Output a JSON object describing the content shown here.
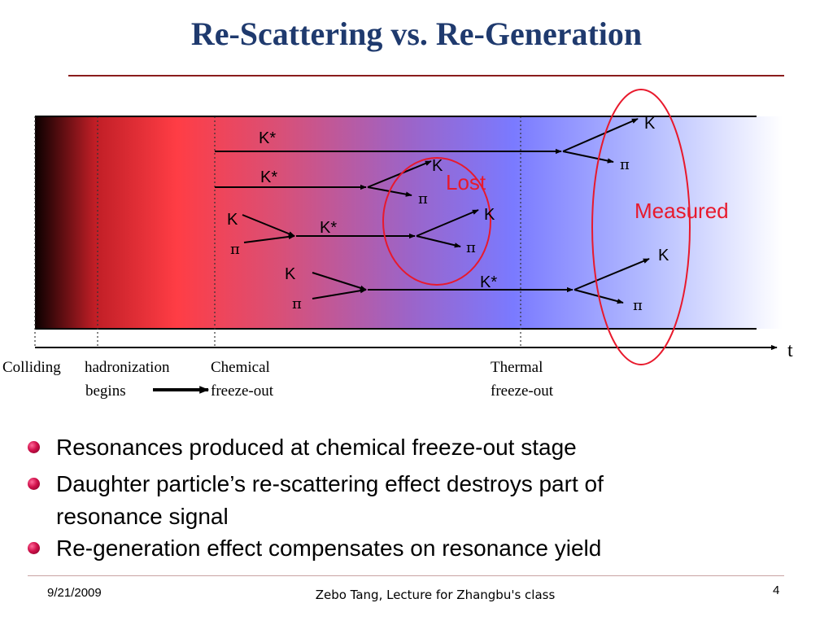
{
  "title": "Re-Scattering vs. Re-Generation",
  "colors": {
    "title": "#1f3a6e",
    "rule": "#8a1c1c",
    "highlight": "#e8192c",
    "bullet": "#d0104a"
  },
  "diagram": {
    "particles": {
      "k_star_1": "K*",
      "k_star_2": "K*",
      "k_star_3": "K*",
      "k_star_4": "K*",
      "k_1": "K",
      "k_2": "K",
      "k_3": "K",
      "k_4": "K",
      "k_5": "K",
      "k_6": "K",
      "pi_1": "π",
      "pi_2": "π",
      "pi_3": "π",
      "pi_4": "π",
      "pi_5": "π",
      "pi_6": "π"
    },
    "lost_label": "Lost",
    "measured_label": "Measured",
    "time_label": "t",
    "stages": {
      "colliding": "Colliding",
      "hadronization_line1": "hadronization",
      "hadronization_line2": "begins",
      "chemical_line1": "Chemical",
      "chemical_line2": "freeze-out",
      "thermal_line1": "Thermal",
      "thermal_line2": "freeze-out"
    }
  },
  "bullets": [
    {
      "text": "Resonances produced at chemical freeze-out stage"
    },
    {
      "line1": "Daughter particle’s re-scattering effect destroys part of",
      "line2": "resonance signal"
    },
    {
      "text": "Re-generation effect compensates on resonance yield"
    }
  ],
  "footer": {
    "date": "9/21/2009",
    "center": "Zebo Tang, Lecture for Zhangbu's class",
    "page": "4"
  }
}
